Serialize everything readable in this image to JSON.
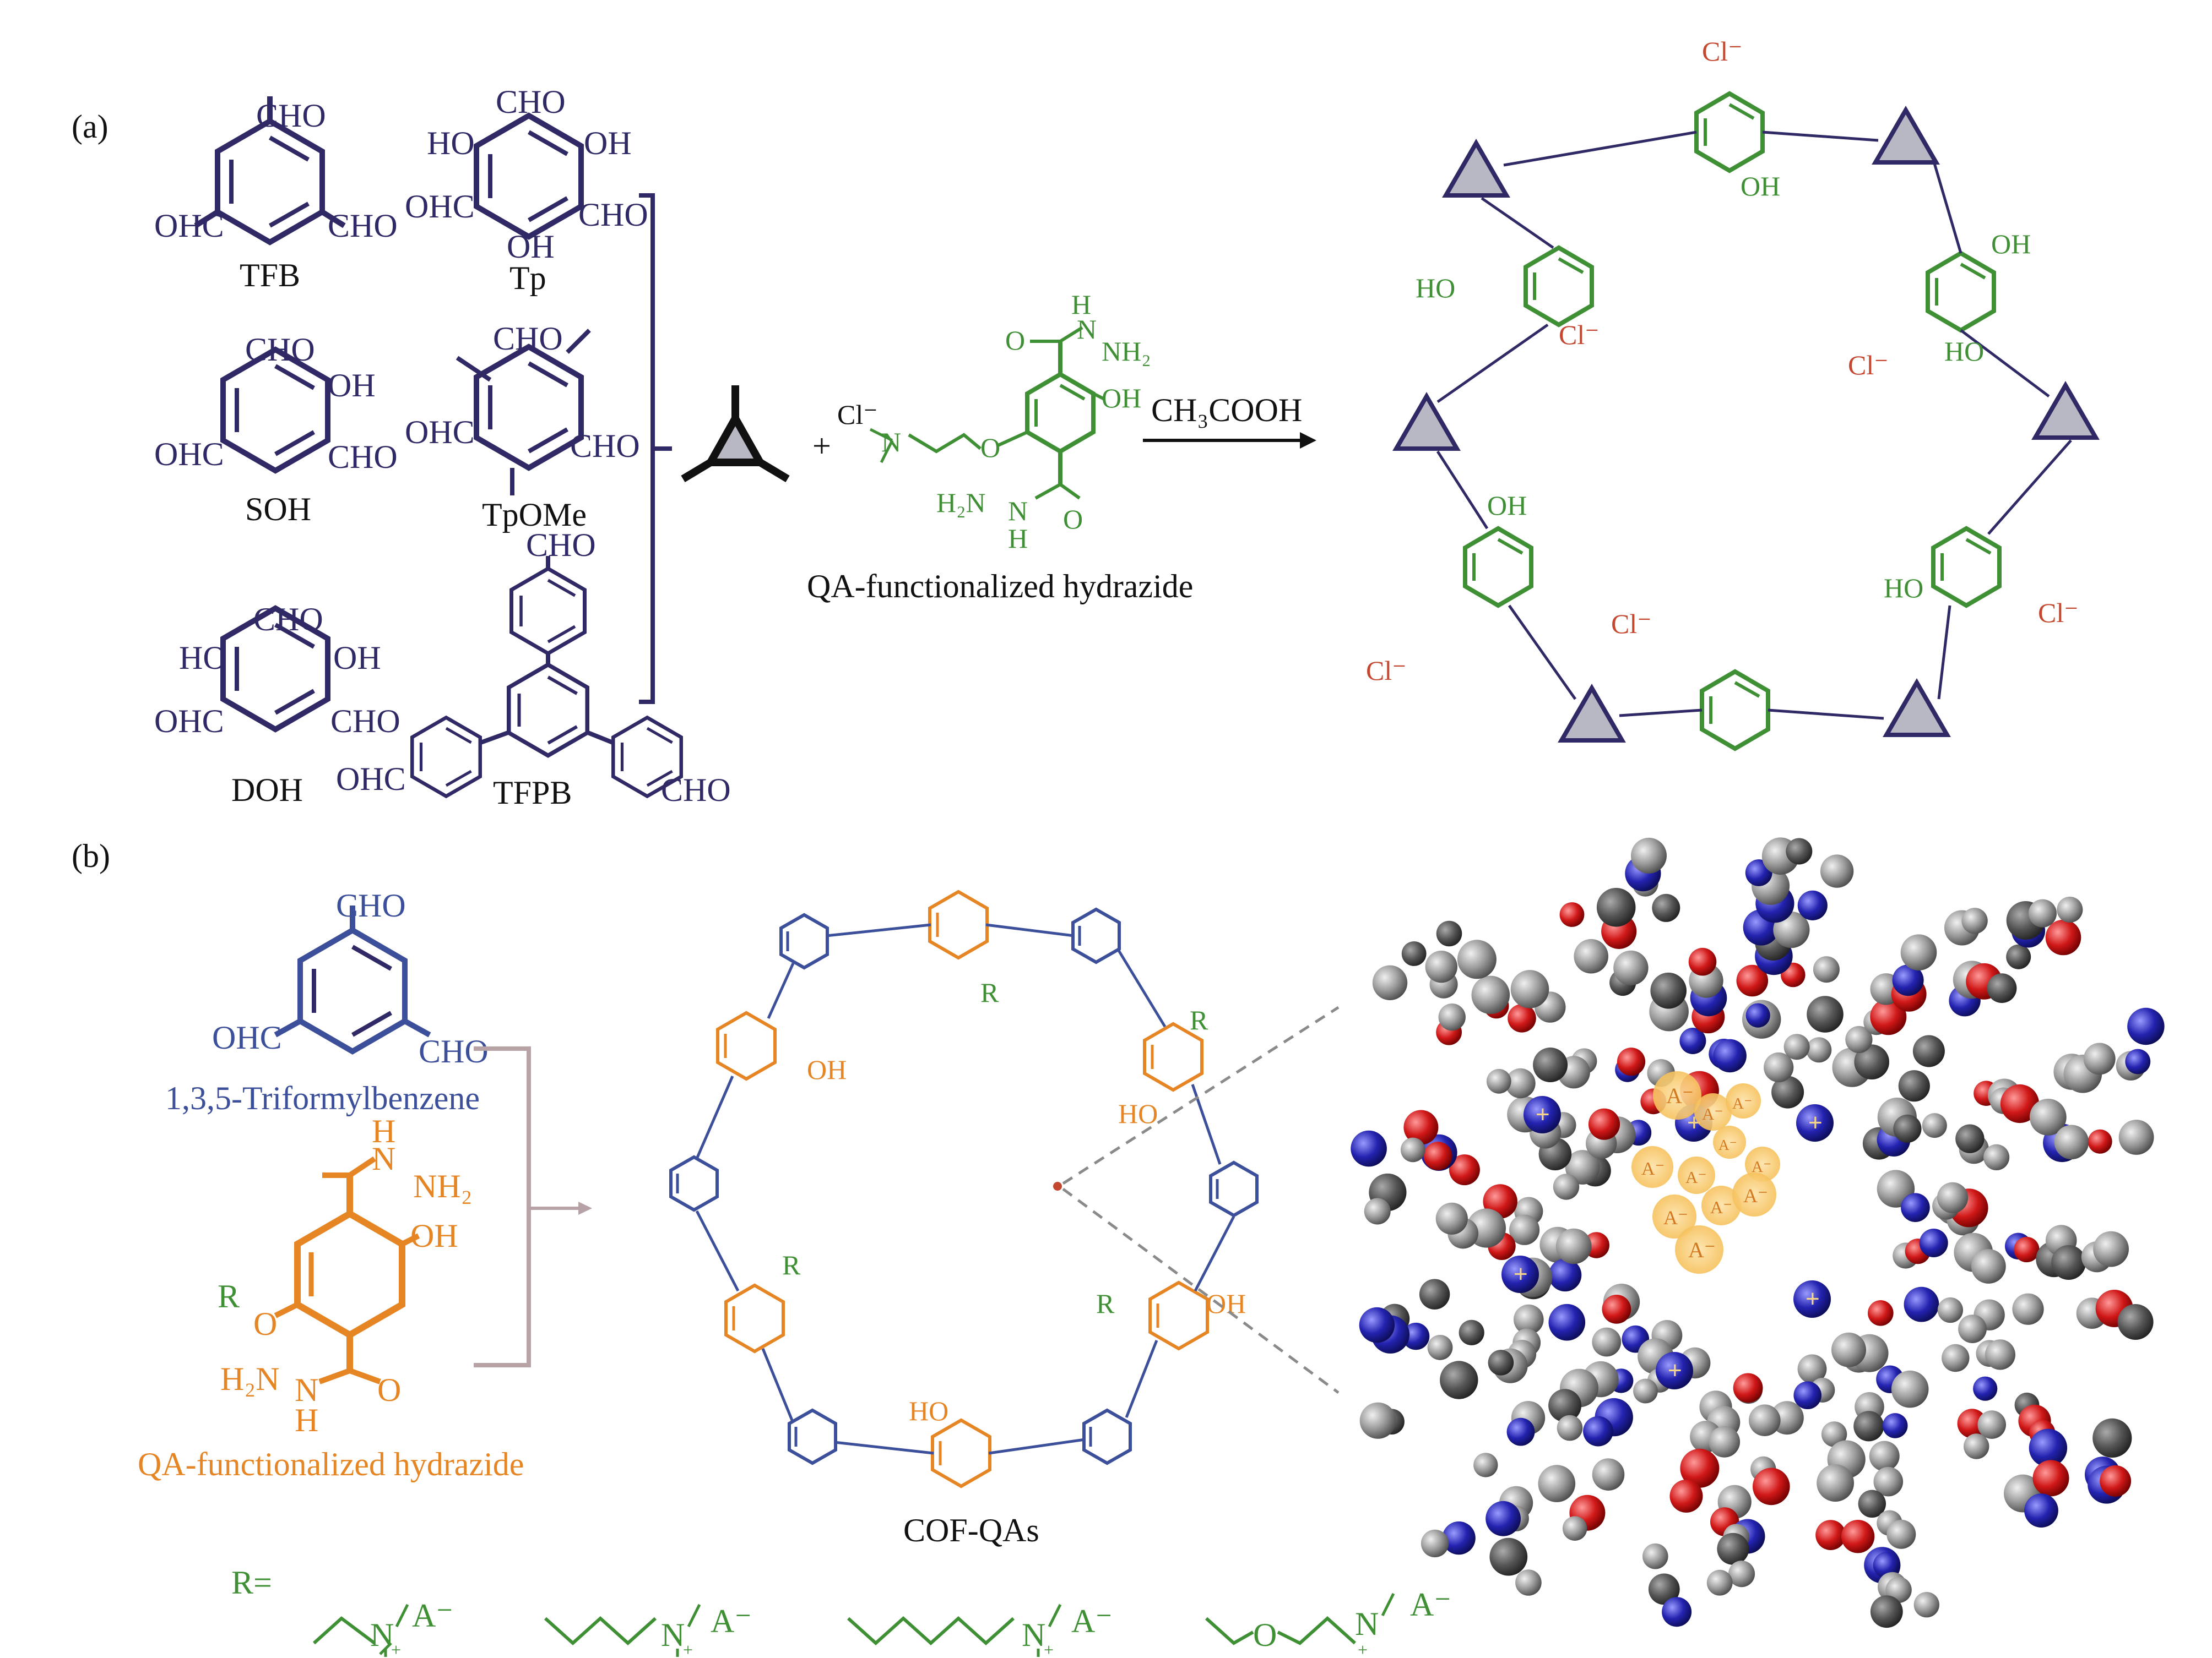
{
  "panel_a": {
    "label": "(a)",
    "aldehydes": [
      {
        "name": "TFB",
        "groups": [
          "CHO",
          "OHC",
          "CHO"
        ]
      },
      {
        "name": "Tp",
        "groups": [
          "CHO",
          "HO",
          "OH",
          "OHC",
          "CHO",
          "OH"
        ]
      },
      {
        "name": "SOH",
        "groups": [
          "CHO",
          "OH",
          "OHC",
          "CHO"
        ]
      },
      {
        "name": "TpOMe",
        "groups": [
          "CHO",
          "OHC",
          "CHO"
        ]
      },
      {
        "name": "DOH",
        "groups": [
          "CHO",
          "HO",
          "OH",
          "OHC",
          "CHO"
        ]
      },
      {
        "name": "TFPB",
        "groups": [
          "CHO",
          "OHC",
          "CHO"
        ]
      }
    ],
    "plus": "+",
    "hydrazide": {
      "label": "QA-functionalized hydrazide",
      "chloride": "Cl⁻",
      "groups": [
        "H",
        "N",
        "NH₂",
        "O",
        "OH",
        "O",
        "H₂N",
        "N",
        "H",
        "O"
      ]
    },
    "reagent": "CH₃COOH",
    "product": {
      "chlorides": [
        "Cl⁻",
        "Cl⁻",
        "Cl⁻",
        "Cl⁻",
        "Cl⁻",
        "Cl⁻"
      ],
      "groups": [
        "HO",
        "OH",
        "HO",
        "OH",
        "HO",
        "OH"
      ]
    }
  },
  "panel_b": {
    "label": "(b)",
    "aldehyde": {
      "groups": [
        "CHO",
        "OHC",
        "CHO"
      ],
      "name": "1,3,5-Triformylbenzene"
    },
    "hydrazide": {
      "groups": [
        "H",
        "N",
        "NH₂",
        "OH",
        "R",
        "O",
        "H₂N",
        "N",
        "H",
        "O"
      ],
      "name": "QA-functionalized hydrazide"
    },
    "cof_label": "COF-QAs",
    "ring_groups": [
      "R",
      "R",
      "R",
      "R",
      "OH",
      "OH",
      "HO",
      "HO"
    ],
    "anion_labels": [
      "A⁻",
      "A⁻",
      "A⁻",
      "A⁻",
      "A⁻",
      "A⁻",
      "A⁻",
      "A⁻",
      "A⁻",
      "A⁻",
      "A⁻"
    ],
    "cation_labels": [
      "+",
      "+",
      "+",
      "+",
      "+",
      "+"
    ]
  },
  "r_groups": {
    "label": "R=",
    "items": [
      {
        "n": "N",
        "charge": "+",
        "anion": "A⁻"
      },
      {
        "n": "N",
        "charge": "+",
        "anion": "A⁻"
      },
      {
        "n": "N",
        "charge": "+",
        "anion": "A⁻"
      },
      {
        "n": "N",
        "charge": "+",
        "anion": "A⁻",
        "o": "O"
      }
    ]
  },
  "colors": {
    "navy": "#2f2a66",
    "green": "#3f8f35",
    "orange": "#e58524",
    "blue": "#3b4f9a",
    "red": "#c4472f",
    "gray": "#8a8a8a"
  }
}
